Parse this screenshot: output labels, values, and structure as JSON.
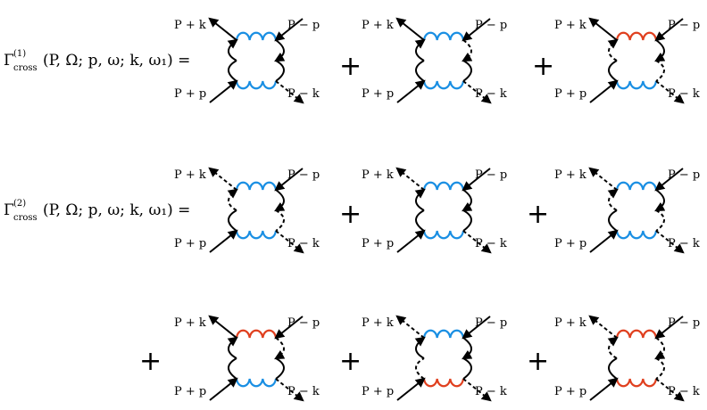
{
  "equations": [
    {
      "symbol": "Γ",
      "superscript": "(1)",
      "subscript": "cross",
      "args": "(P, Ω; p, ω; k, ω₁) =",
      "row_diagrams": [
        {
          "top_wave": "blue",
          "bottom_wave": "blue",
          "left_top": "solid",
          "right_top": "solid",
          "left_bottom": "solid",
          "right_bottom": "solid",
          "ext_top_left": "solid",
          "ext_top_right": "solid",
          "ext_bottom_left": "solid",
          "ext_bottom_right": "dashed"
        },
        {
          "top_wave": "blue",
          "bottom_wave": "blue",
          "left_top": "solid",
          "right_top": "dashed",
          "left_bottom": "solid",
          "right_bottom": "solid",
          "ext_top_left": "solid",
          "ext_top_right": "solid",
          "ext_bottom_left": "solid",
          "ext_bottom_right": "dashed"
        },
        {
          "top_wave": "red",
          "bottom_wave": "blue",
          "left_top": "dashed",
          "right_top": "solid",
          "left_bottom": "solid",
          "right_bottom": "dashed",
          "ext_top_left": "solid",
          "ext_top_right": "solid",
          "ext_bottom_left": "solid",
          "ext_bottom_right": "dashed"
        }
      ]
    },
    {
      "symbol": "Γ",
      "superscript": "(2)",
      "subscript": "cross",
      "args": "(P, Ω; p, ω; k, ω₁) =",
      "rows": [
        [
          {
            "top_wave": "blue",
            "bottom_wave": "blue",
            "left_top": "dashed",
            "right_top": "solid",
            "left_bottom": "solid",
            "right_bottom": "dashed",
            "ext_top_left": "dashed",
            "ext_top_right": "solid",
            "ext_bottom_left": "solid",
            "ext_bottom_right": "dashed"
          },
          {
            "top_wave": "blue",
            "bottom_wave": "blue",
            "left_top": "solid",
            "right_top": "solid",
            "left_bottom": "solid",
            "right_bottom": "solid",
            "ext_top_left": "dashed",
            "ext_top_right": "solid",
            "ext_bottom_left": "solid",
            "ext_bottom_right": "dashed"
          },
          {
            "top_wave": "blue",
            "bottom_wave": "blue",
            "left_top": "dashed",
            "right_top": "solid",
            "left_bottom": "solid",
            "right_bottom": "dashed",
            "ext_top_left": "dashed",
            "ext_top_right": "solid",
            "ext_bottom_left": "solid",
            "ext_bottom_right": "dashed"
          }
        ],
        [
          {
            "top_wave": "red",
            "bottom_wave": "blue",
            "left_top": "solid",
            "right_top": "dashed",
            "left_bottom": "solid",
            "right_bottom": "solid",
            "ext_top_left": "solid",
            "ext_top_right": "solid",
            "ext_bottom_left": "solid",
            "ext_bottom_right": "dashed"
          },
          {
            "top_wave": "blue",
            "bottom_wave": "red",
            "left_top": "solid",
            "right_top": "solid",
            "left_bottom": "dashed",
            "right_bottom": "solid",
            "ext_top_left": "dashed",
            "ext_top_right": "solid",
            "ext_bottom_left": "solid",
            "ext_bottom_right": "dashed"
          },
          {
            "top_wave": "red",
            "bottom_wave": "red",
            "left_top": "dashed",
            "right_top": "dashed",
            "left_bottom": "solid",
            "right_bottom": "dashed",
            "ext_top_left": "dashed",
            "ext_top_right": "solid",
            "ext_bottom_left": "solid",
            "ext_bottom_right": "dashed"
          }
        ]
      ]
    }
  ],
  "momentum_labels": {
    "top_left": "P + k",
    "top_right": "P − p",
    "bottom_left": "P + p",
    "bottom_right": "P − k"
  },
  "operator": "+",
  "colors": {
    "blue": "#1a8fe3",
    "red": "#e0401f",
    "line": "#000000"
  }
}
